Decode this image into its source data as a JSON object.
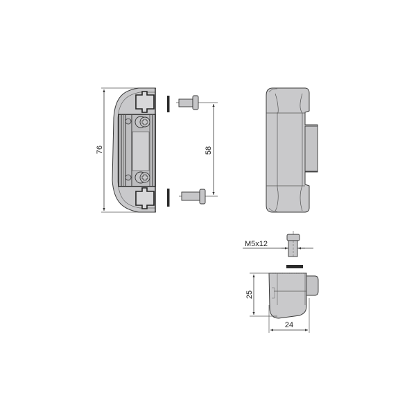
{
  "drawing": {
    "type": "technical-dimension-drawing",
    "subject": "lock keeper / strike box with fixing screws",
    "colors": {
      "background": "#ffffff",
      "body_fill": "#c9c9cb",
      "body_fill_light": "#d8d8da",
      "body_fill_dark": "#a9a9ac",
      "outline": "#3a3a3a",
      "dim_line": "#333333",
      "gasket": "#2a2a2a"
    },
    "views": {
      "front": {
        "label": "front-view",
        "dimension_height": "76"
      },
      "screws": {
        "label": "fixing-screws",
        "dimension_spacing": "58"
      },
      "side": {
        "label": "side-view"
      },
      "end": {
        "label": "end-view",
        "screw_spec": "M5x12",
        "dimension_height": "25",
        "dimension_width": "24"
      }
    }
  }
}
